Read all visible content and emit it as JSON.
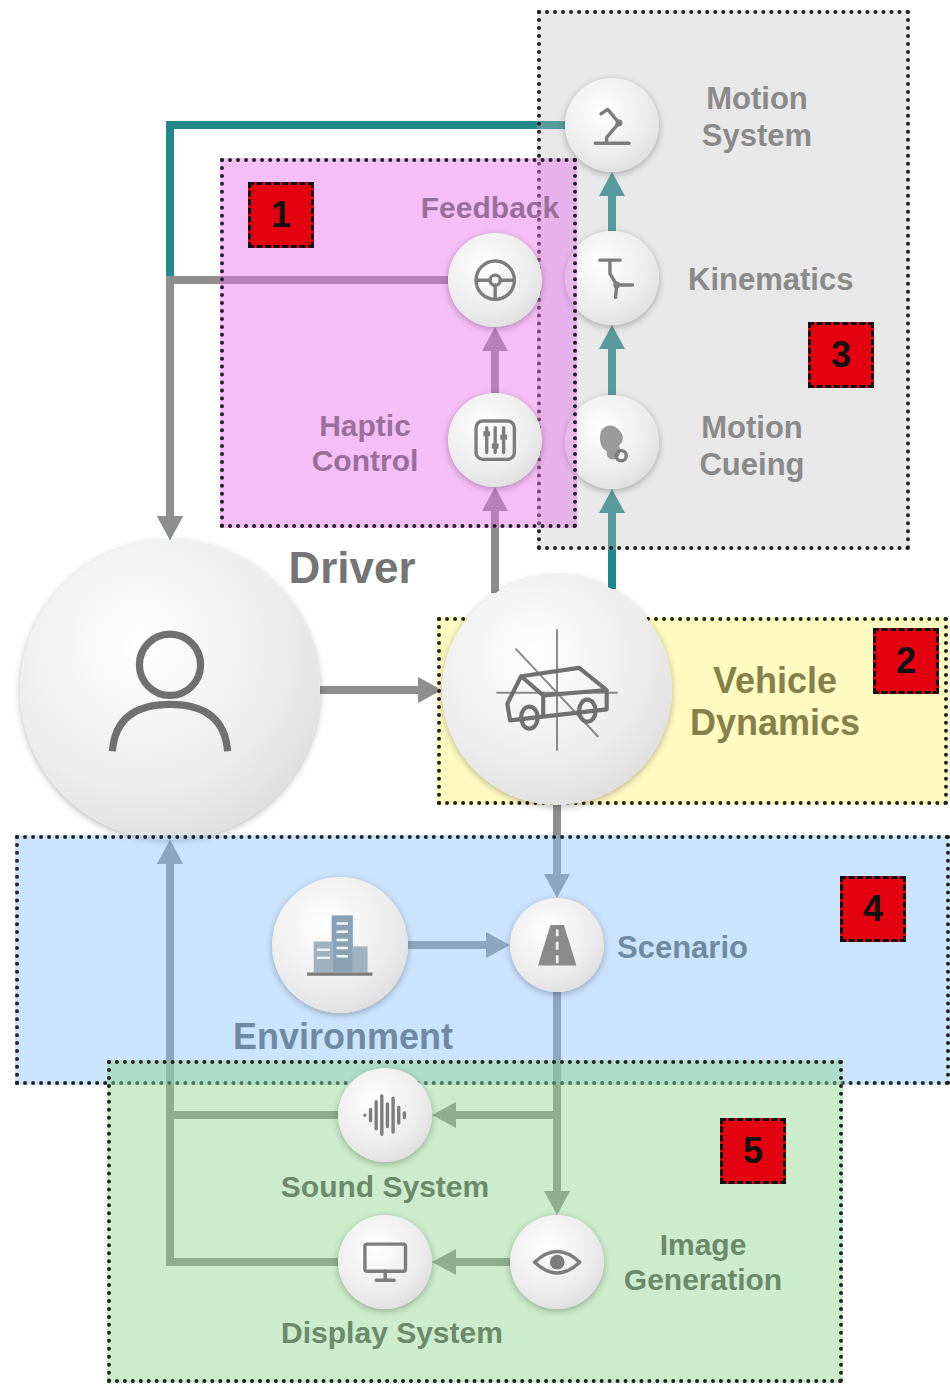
{
  "diagram": {
    "nodes": [
      {
        "text": [
          "1"
        ]
      },
      {
        "text": [
          "Feedback"
        ],
        "in": 0
      },
      {
        "text": [
          "Haptic Control"
        ],
        "in": 0
      },
      {
        "text": [
          "3"
        ]
      },
      {
        "text": [
          "Motion System"
        ],
        "in": 3
      },
      {
        "text": [
          "Kinematics"
        ],
        "in": 3
      },
      {
        "text": [
          "Motion Cueing"
        ],
        "in": 3
      },
      {
        "text": [
          "Driver"
        ]
      },
      {
        "text": [
          "2"
        ]
      },
      {
        "text": [
          "Vehicle Dynamics"
        ],
        "in": 8
      },
      {
        "text": [
          "4"
        ]
      },
      {
        "text": [
          "Environment"
        ],
        "in": 10
      },
      {
        "text": [
          "Scenario"
        ],
        "in": 10
      },
      {
        "text": [
          "5"
        ]
      },
      {
        "text": [
          "Sound System"
        ],
        "in": 13
      },
      {
        "text": [
          "Image Generation"
        ],
        "in": 13
      },
      {
        "text": [
          "Display System"
        ],
        "in": 13
      }
    ],
    "edges": [
      {
        "from": 7,
        "to": 9,
        "arrow": "to"
      },
      {
        "from": 9,
        "to": 2,
        "arrow": "to"
      },
      {
        "from": 2,
        "to": 1,
        "arrow": "to"
      },
      {
        "from": 9,
        "to": 6,
        "arrow": "to"
      },
      {
        "from": 6,
        "to": 5,
        "arrow": "to"
      },
      {
        "from": 5,
        "to": 4,
        "arrow": "to"
      },
      {
        "from": 4,
        "to": 7,
        "arrow": "to"
      },
      {
        "from": 1,
        "to": 7,
        "arrow": "to"
      },
      {
        "from": 9,
        "to": 12,
        "arrow": "to"
      },
      {
        "from": 11,
        "to": 12,
        "arrow": "to"
      },
      {
        "from": 12,
        "to": 14,
        "arrow": "to"
      },
      {
        "from": 12,
        "to": 15,
        "arrow": "to"
      },
      {
        "from": 15,
        "to": 16,
        "arrow": "to"
      },
      {
        "from": 14,
        "to": 7,
        "arrow": "to"
      },
      {
        "from": 16,
        "to": 7,
        "arrow": "to"
      }
    ]
  }
}
